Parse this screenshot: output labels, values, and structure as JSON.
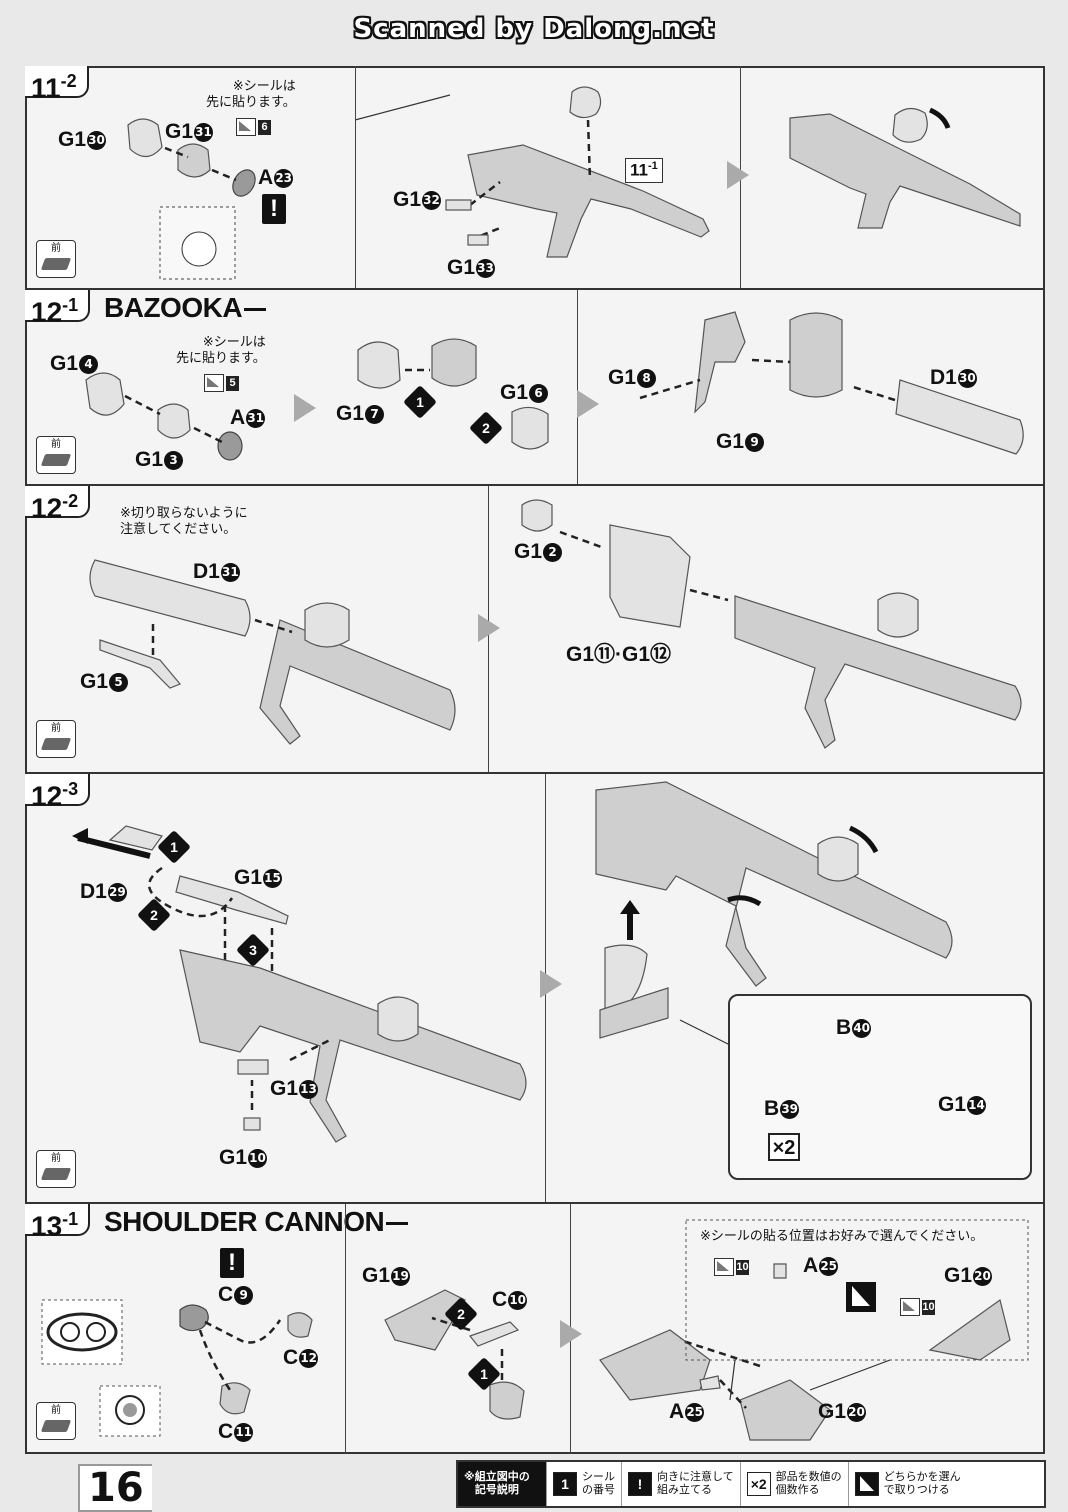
{
  "header": {
    "scanner_text": "Scanned by Dalong.net"
  },
  "steps": {
    "s11_2": {
      "num": "11",
      "sub": "-2",
      "note": "※シールは\n先に貼ります。",
      "seal_no": "6",
      "parts": {
        "g130": "G1",
        "g131": "G1",
        "a23": "A",
        "g132": "G1",
        "g133": "G1"
      },
      "ref": {
        "main": "11",
        "sub": "-1"
      }
    },
    "s12_1": {
      "num": "12",
      "sub": "-1",
      "title": "BAZOOKA",
      "note": "※シールは\n先に貼ります。",
      "seal_no": "5",
      "parts": {
        "g14": "G1",
        "g13": "G1",
        "a31": "A",
        "g17": "G1",
        "g16": "G1",
        "g18": "G1",
        "g19": "G1",
        "d130": "D1"
      }
    },
    "s12_2": {
      "num": "12",
      "sub": "-2",
      "note": "※切り取らないように\n注意してください。",
      "parts": {
        "d131": "D1",
        "g15": "G1",
        "g12": "G1",
        "g11_g12": "G1⑪·G1⑫"
      }
    },
    "s12_3": {
      "num": "12",
      "sub": "-3",
      "parts": {
        "d129": "D1",
        "g115": "G1",
        "g113": "G1",
        "g110": "G1",
        "b40": "B",
        "b39": "B",
        "g114": "G1"
      },
      "times": "×2"
    },
    "s13_1": {
      "num": "13",
      "sub": "-1",
      "title": "SHOULDER CANNON",
      "note": "※シールの貼る位置はお好みで選んでください。",
      "seal_no": "10",
      "parts": {
        "c9": "C",
        "c12": "C",
        "c11": "C",
        "g119": "G1",
        "c10": "C",
        "a25": "A",
        "g120": "G1"
      }
    }
  },
  "front_label": "前",
  "circled": {
    "30": "30",
    "31": "31",
    "23": "23",
    "32": "32",
    "33": "33",
    "4": "4",
    "3": "3",
    "7": "7",
    "6": "6",
    "8": "8",
    "9": "9",
    "2": "2",
    "5": "5",
    "11": "11",
    "12": "12",
    "29": "29",
    "15": "15",
    "13": "13",
    "10": "10",
    "40": "40",
    "39": "39",
    "14": "14",
    "19": "19",
    "25": "25",
    "20": "20"
  },
  "footer": {
    "page_number": "16",
    "legend_title": "※組立図中の\n記号説明",
    "legend_items": [
      {
        "icon": "1",
        "text": "シール\nの番号"
      },
      {
        "icon": "!",
        "text": "向きに注意して\n組み立てる"
      },
      {
        "icon": "×2",
        "text": "部品を数値の\n個数作る"
      },
      {
        "icon": "",
        "text": "どちらかを選ん\nで取りつける"
      }
    ]
  }
}
